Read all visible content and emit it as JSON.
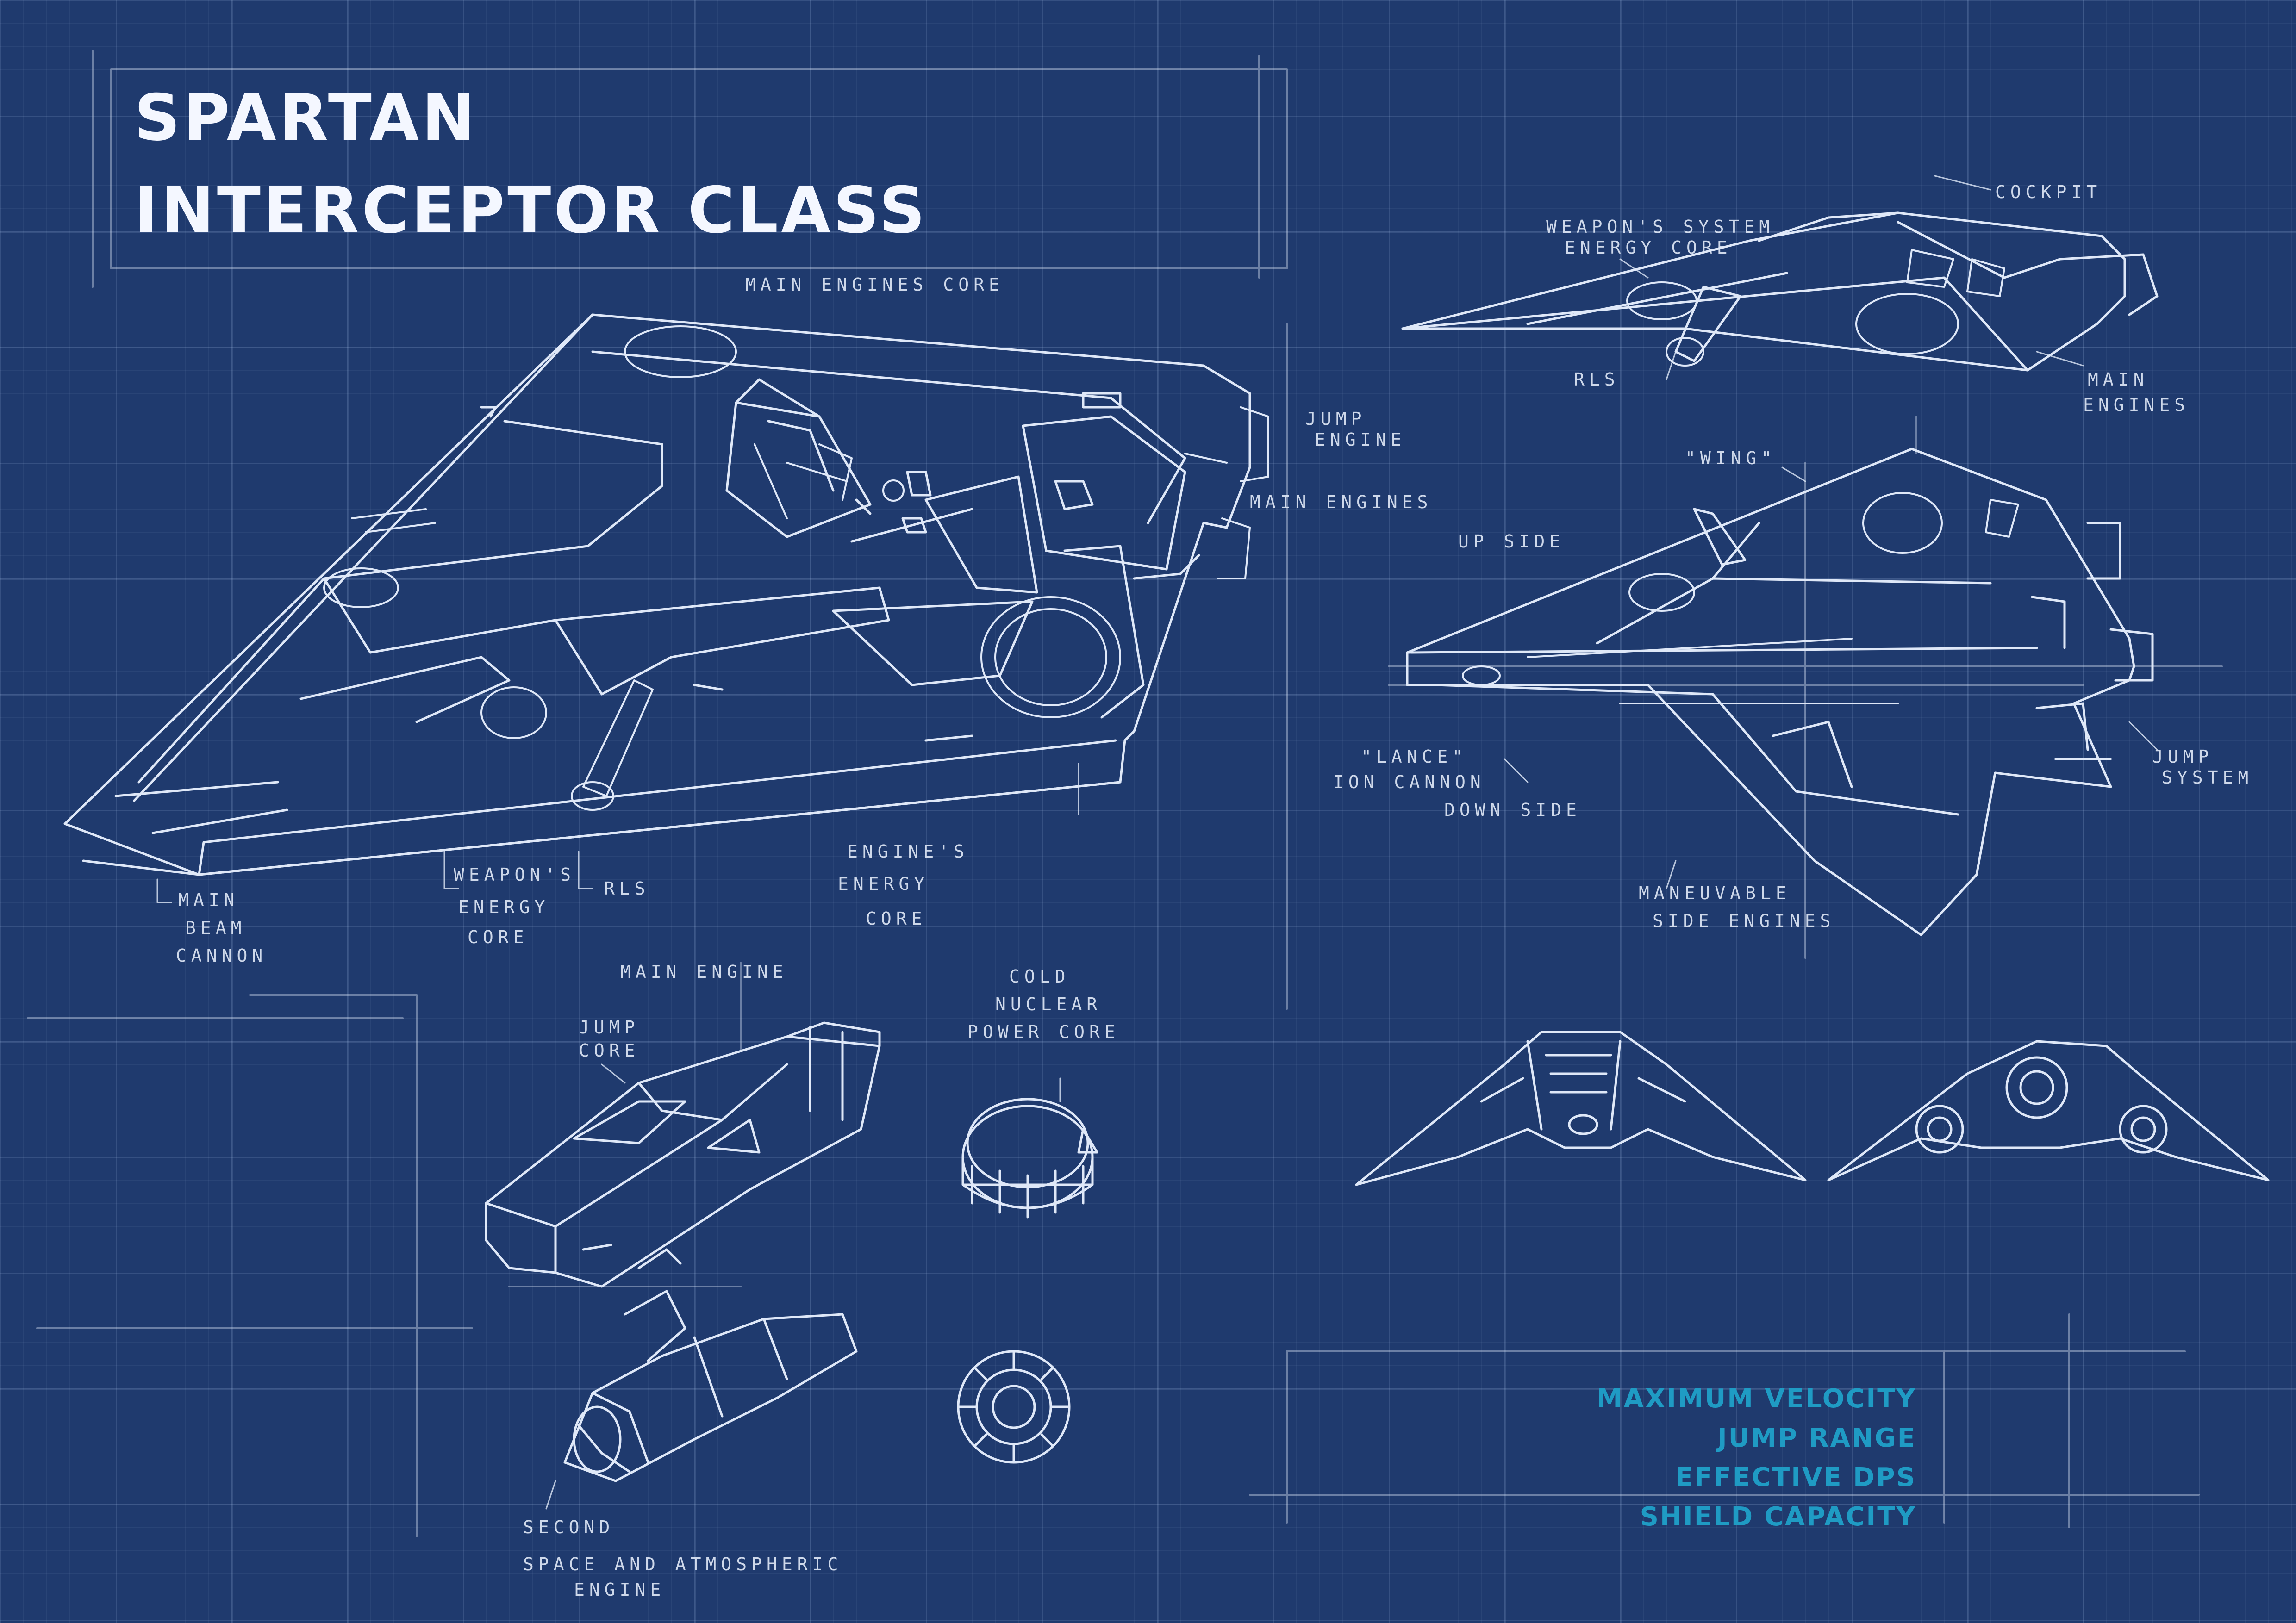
{
  "title": {
    "line1": "SPARTAN",
    "line2": "INTERCEPTOR CLASS"
  },
  "labels": {
    "main_engines_core": "MAIN ENGINES CORE",
    "jump_engine_1": "JUMP",
    "jump_engine_2": "ENGINE",
    "main_engines_left": "MAIN ENGINES",
    "main_beam_1": "MAIN",
    "main_beam_2": "BEAM",
    "main_beam_3": "CANNON",
    "weapons_energy_1": "WEAPON'S",
    "weapons_energy_2": "ENERGY",
    "weapons_energy_3": "CORE",
    "rls_left": "RLS",
    "engines_energy_1": "ENGINE'S",
    "engines_energy_2": "ENERGY",
    "engines_energy_3": "CORE",
    "cockpit": "COCKPIT",
    "weapons_system_1": "WEAPON'S SYSTEM",
    "weapons_system_2": "ENERGY CORE",
    "rls_right": "RLS",
    "main_engines_right_1": "MAIN",
    "main_engines_right_2": "ENGINES",
    "wing": "\"WING\"",
    "up_side": "UP SIDE",
    "lance_1": "\"LANCE\"",
    "lance_2": "ION CANNON",
    "down_side": "DOWN SIDE",
    "jump_system_1": "JUMP",
    "jump_system_2": "SYSTEM",
    "maneuvable_1": "MANEUVABLE",
    "maneuvable_2": "SIDE ENGINES",
    "main_engine": "MAIN ENGINE",
    "jump_core_1": "JUMP",
    "jump_core_2": "CORE",
    "cold_nuclear_1": "COLD",
    "cold_nuclear_2": "NUCLEAR",
    "cold_nuclear_3": "POWER CORE",
    "second_1": "SECOND",
    "second_2": "SPACE AND ATMOSPHERIC",
    "second_3": "ENGINE"
  },
  "stats": {
    "max_velocity": "MAXIMUM VELOCITY",
    "jump_range": "JUMP RANGE",
    "effective_dps": "EFFECTIVE DPS",
    "shield_capacity": "SHIELD CAPACITY"
  },
  "colors": {
    "background": "#1f3a6e",
    "line": "#dfe8f8",
    "title": "#f4f7ff",
    "accent": "#1f9bc4"
  }
}
